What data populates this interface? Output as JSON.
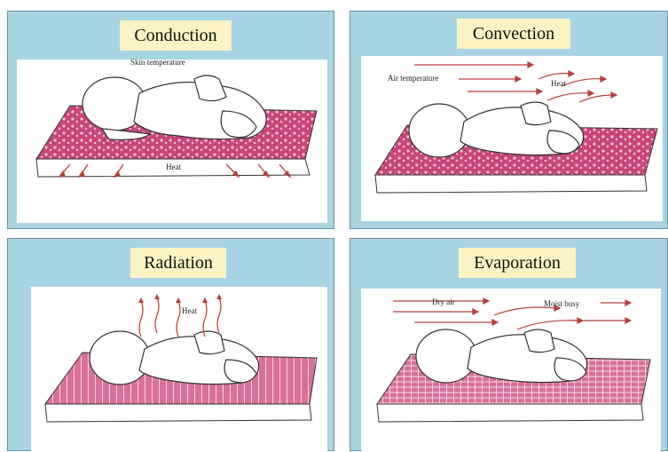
{
  "panels": {
    "conduction": {
      "title": "Conduction",
      "labels": {
        "skin": "Skin temperature",
        "heat": "Heat"
      }
    },
    "convection": {
      "title": "Convection",
      "labels": {
        "air": "Air temperature",
        "heat": "Heat"
      }
    },
    "radiation": {
      "title": "Radiation",
      "labels": {
        "heat": "Heat"
      }
    },
    "evaporation": {
      "title": "Evaporation",
      "labels": {
        "dry": "Dry air",
        "moist": "Moist busy"
      }
    }
  },
  "colors": {
    "panel_bg": "#a9d4e4",
    "title_bg": "#fbf3c4",
    "mattress": "#c8457a",
    "arrow": "#b8403a"
  }
}
